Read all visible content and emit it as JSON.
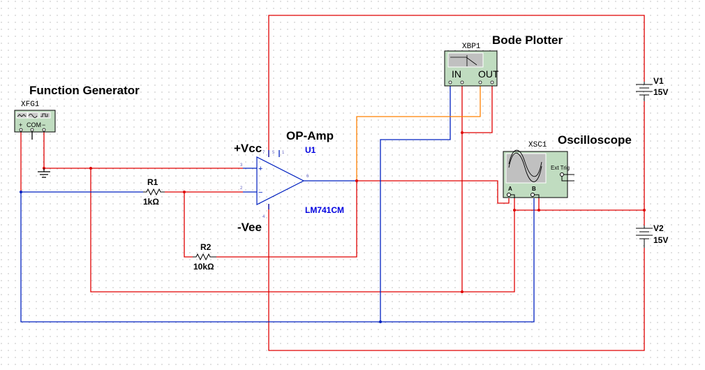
{
  "colors": {
    "wire_red": "#e00000",
    "wire_blue": "#0020c0",
    "wire_orange": "#ff8000",
    "wire_dark": "#404040",
    "instrument_body": "#c0dcc0",
    "screen": "#c0c0c0",
    "part_label_blue": "#0000e0"
  },
  "function_generator": {
    "title": "Function Generator",
    "ref": "XFG1",
    "terminals": {
      "plus": "+",
      "com": "COM",
      "minus": "−"
    }
  },
  "opamp": {
    "title": "OP-Amp",
    "ref": "U1",
    "model": "LM741CM",
    "vcc_label": "+Vcc",
    "vee_label": "-Vee",
    "pins": {
      "noninv": "3",
      "inv": "2",
      "out": "6",
      "vplus": "7",
      "vminus": "4",
      "p5": "5",
      "p1": "1"
    },
    "plus_sign": "+",
    "minus_sign": "−"
  },
  "r1": {
    "ref": "R1",
    "value": "1kΩ"
  },
  "r2": {
    "ref": "R2",
    "value": "10kΩ"
  },
  "bode": {
    "title": "Bode Plotter",
    "ref": "XBP1",
    "in_label": "IN",
    "out_label": "OUT"
  },
  "scope": {
    "title": "Oscilloscope",
    "ref": "XSC1",
    "ch_a": "A",
    "ch_b": "B",
    "ext_trig": "Ext Trig"
  },
  "v1": {
    "ref": "V1",
    "value": "15V"
  },
  "v2": {
    "ref": "V2",
    "value": "15V"
  }
}
